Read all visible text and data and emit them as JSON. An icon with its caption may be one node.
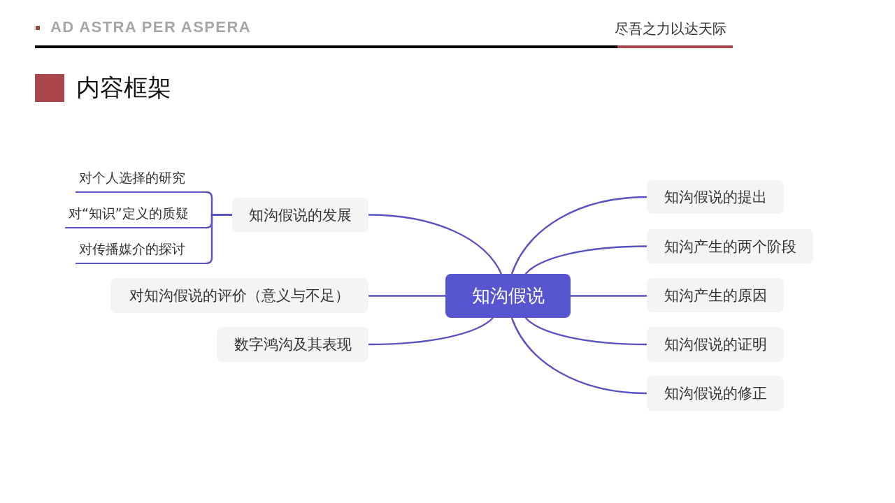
{
  "diagram": {
    "title": "内容框架",
    "nodes": [
      {
        "text": [
          "知沟假说"
        ]
      },
      {
        "text": [
          "知沟假说的发展"
        ]
      },
      {
        "text": [
          "对个人选择的研究"
        ]
      },
      {
        "text": [
          "对“知识”定义的质疑"
        ]
      },
      {
        "text": [
          "对传播媒介的探讨"
        ]
      },
      {
        "text": [
          "对知沟假说的评价（意义与不足）"
        ]
      },
      {
        "text": [
          "数字鸿沟及其表现"
        ]
      },
      {
        "text": [
          "知沟假说的提出"
        ]
      },
      {
        "text": [
          "知沟产生的两个阶段"
        ]
      },
      {
        "text": [
          "知沟产生的原因"
        ]
      },
      {
        "text": [
          "知沟假说的证明"
        ]
      },
      {
        "text": [
          "知沟假说的修正"
        ]
      }
    ],
    "edges": [
      {
        "from": 0,
        "to": 1,
        "arrow": "none"
      },
      {
        "from": 0,
        "to": 5,
        "arrow": "none"
      },
      {
        "from": 0,
        "to": 6,
        "arrow": "none"
      },
      {
        "from": 0,
        "to": 7,
        "arrow": "none"
      },
      {
        "from": 0,
        "to": 8,
        "arrow": "none"
      },
      {
        "from": 0,
        "to": 9,
        "arrow": "none"
      },
      {
        "from": 0,
        "to": 10,
        "arrow": "none"
      },
      {
        "from": 0,
        "to": 11,
        "arrow": "none"
      },
      {
        "from": 1,
        "to": 2,
        "arrow": "none"
      },
      {
        "from": 1,
        "to": 3,
        "arrow": "none"
      },
      {
        "from": 1,
        "to": 4,
        "arrow": "none"
      }
    ],
    "labels": [
      "AD ASTRA PER ASPERA",
      "尽吾之力以达天际"
    ]
  }
}
